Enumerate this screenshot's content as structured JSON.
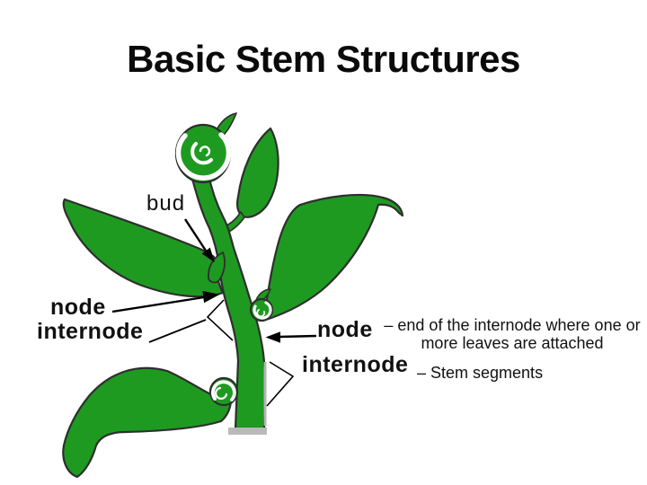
{
  "slide": {
    "title": "Basic Stem Structures",
    "colors": {
      "leaf_green": "#1e9a21",
      "outline": "#2e2e2e",
      "stem_shadow_gray": "#b9b9b9",
      "text": "#000000"
    },
    "diagram": {
      "labels": {
        "bud": "bud",
        "node_left": "node",
        "internode_left": "internode",
        "node_right": "node",
        "internode_right": "internode"
      },
      "definitions": {
        "node_line1": "– end of the internode where one or",
        "node_line2": "more leaves are attached",
        "internode": "– Stem segments"
      }
    }
  }
}
